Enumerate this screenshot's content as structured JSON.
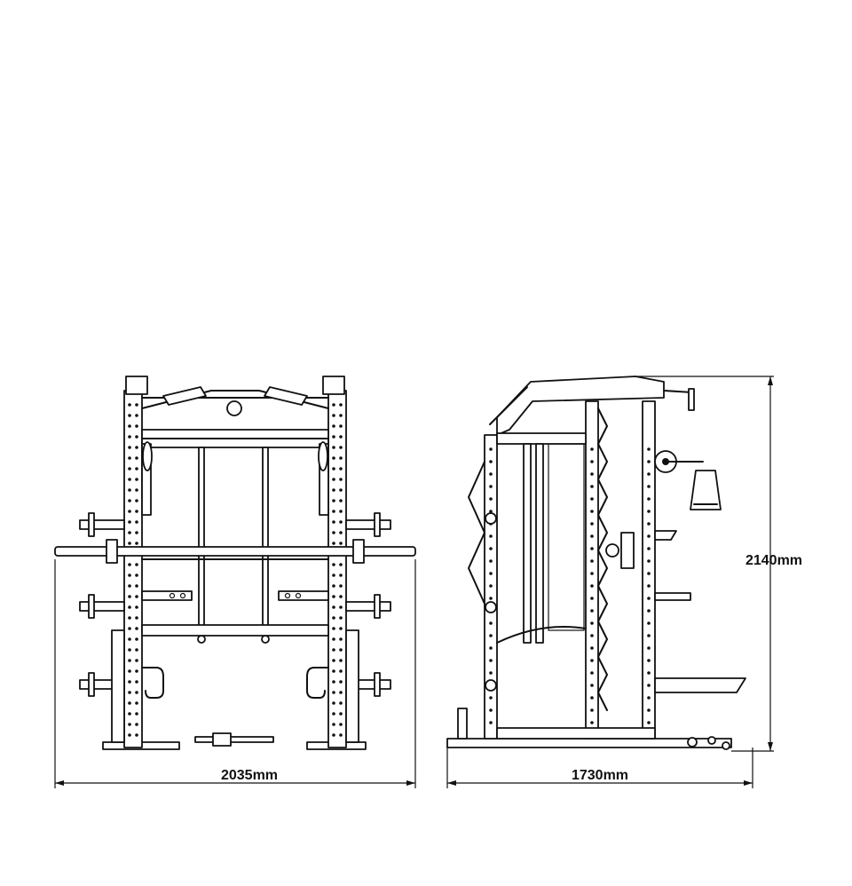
{
  "dimensions": {
    "front_width": "2035mm",
    "side_depth": "1730mm",
    "height": "2140mm"
  },
  "colors": {
    "line": "#111111",
    "background": "#ffffff"
  }
}
